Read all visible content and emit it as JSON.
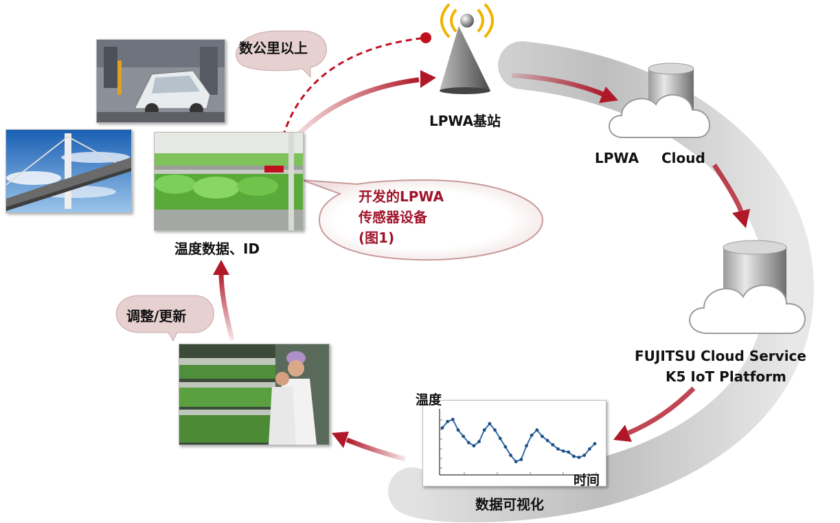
{
  "labels": {
    "station": "LPWA基站",
    "lpwa_cloud_1": "LPWA",
    "lpwa_cloud_2": "Cloud",
    "fujitsu_line1": "FUJITSU Cloud Service",
    "fujitsu_line2": "K5 IoT Platform",
    "visualization": "数据可视化",
    "temp_data": "温度数据、ID"
  },
  "bubbles": {
    "distance": "数公里以上",
    "adjust": "调整/更新",
    "sensor_line1": "开发的LPWA",
    "sensor_line2": "传感器设备",
    "sensor_line3": "(图1)"
  },
  "colors": {
    "arrow_red": "#b01828",
    "bubble_fill": "#e6d0d0",
    "ring_gray": "#c8c8c8"
  },
  "chart_data": {
    "type": "line",
    "ylabel": "温度",
    "xlabel": "时间",
    "values": [
      72,
      78,
      80,
      70,
      64,
      58,
      55,
      59,
      70,
      76,
      70,
      62,
      54,
      46,
      40,
      42,
      55,
      65,
      70,
      64,
      60,
      56,
      52,
      50,
      49,
      45,
      44,
      46,
      52,
      57
    ]
  }
}
